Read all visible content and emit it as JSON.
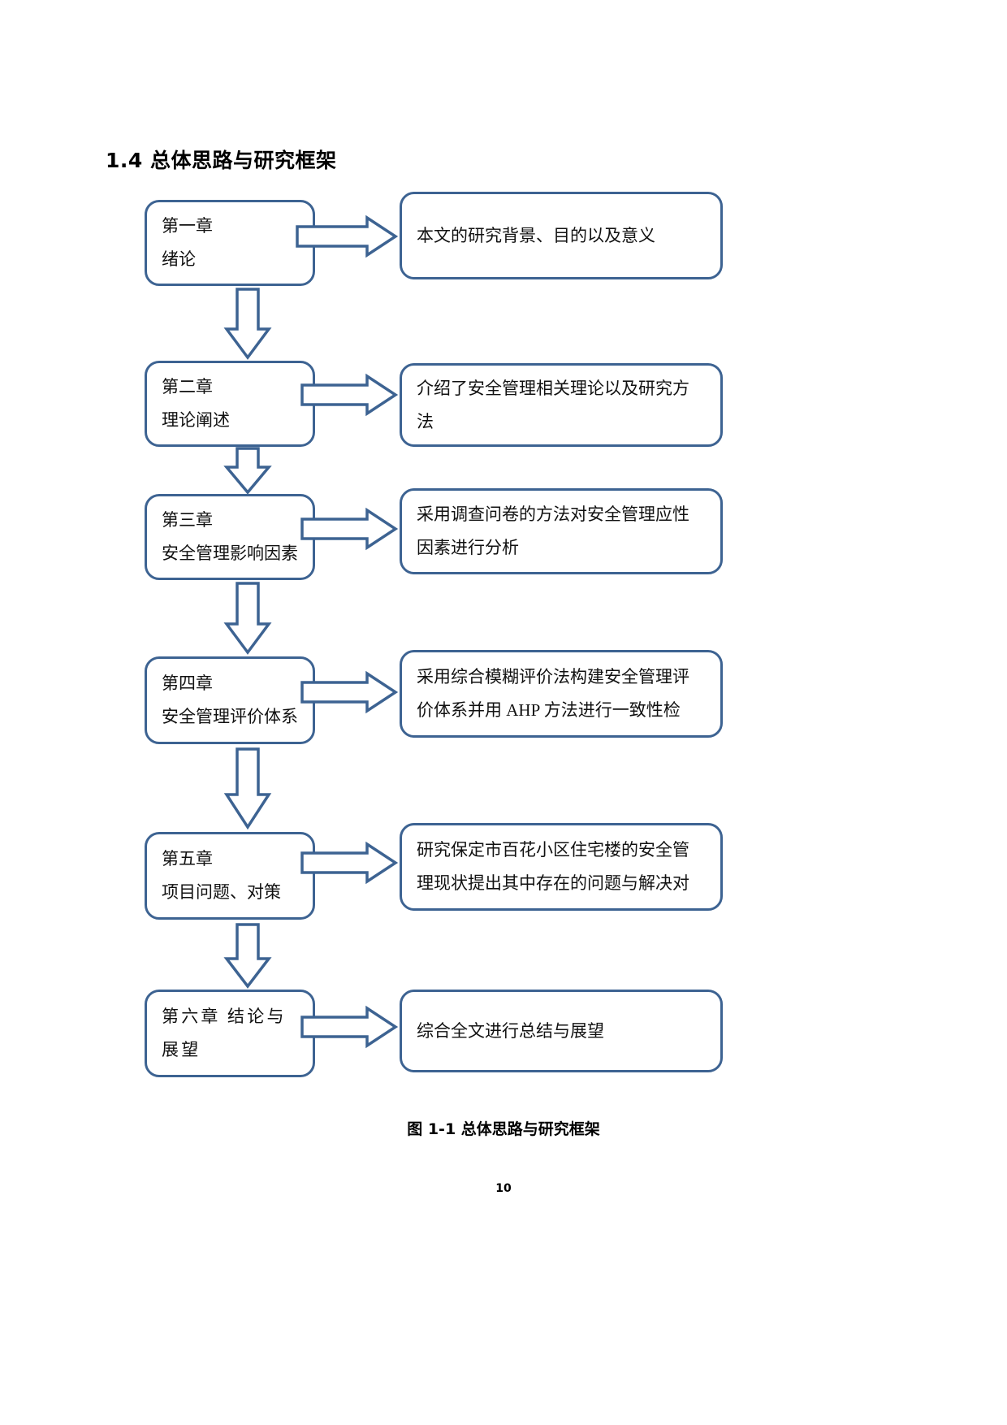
{
  "heading": "1.4 总体思路与研究框架",
  "figure_caption": "图 1-1 总体思路与研究框架",
  "page_number": "10",
  "accent_color": "#3d6392",
  "flow": {
    "rows": [
      {
        "chapter": {
          "line1": "第一章",
          "line2": "绪论"
        },
        "description": {
          "line1": "本文的研究背景、目的以及意义",
          "line2": ""
        }
      },
      {
        "chapter": {
          "line1": "第二章",
          "line2": "理论阐述"
        },
        "description": {
          "line1": "介绍了安全管理相关理论以及研究方",
          "line2": "法"
        }
      },
      {
        "chapter": {
          "line1": "第三章",
          "line2": "安全管理影响因素"
        },
        "description": {
          "line1": "采用调查问卷的方法对安全管理应性",
          "line2": "因素进行分析"
        }
      },
      {
        "chapter": {
          "line1": "第四章",
          "line2": "安全管理评价体系"
        },
        "description": {
          "line1": "采用综合模糊评价法构建安全管理评",
          "line2": "价体系并用 AHP 方法进行一致性检"
        }
      },
      {
        "chapter": {
          "line1": "第五章",
          "line2": "项目问题、对策"
        },
        "description": {
          "line1": "研究保定市百花小区住宅楼的安全管",
          "line2": "理现状提出其中存在的问题与解决对"
        }
      },
      {
        "chapter": {
          "line1": "第六章  结论与",
          "line2": "展望"
        },
        "description": {
          "line1": "综合全文进行总结与展望",
          "line2": ""
        }
      }
    ],
    "connector_names": [
      "down-arrow-chapter1-to-chapter2",
      "down-arrow-chapter2-to-chapter3",
      "down-arrow-chapter3-to-chapter4",
      "down-arrow-chapter4-to-chapter5",
      "down-arrow-chapter5-to-chapter6"
    ],
    "right_arrow_names": [
      "right-arrow-row-1",
      "right-arrow-row-2",
      "right-arrow-row-3",
      "right-arrow-row-4",
      "right-arrow-row-5",
      "right-arrow-row-6"
    ]
  }
}
